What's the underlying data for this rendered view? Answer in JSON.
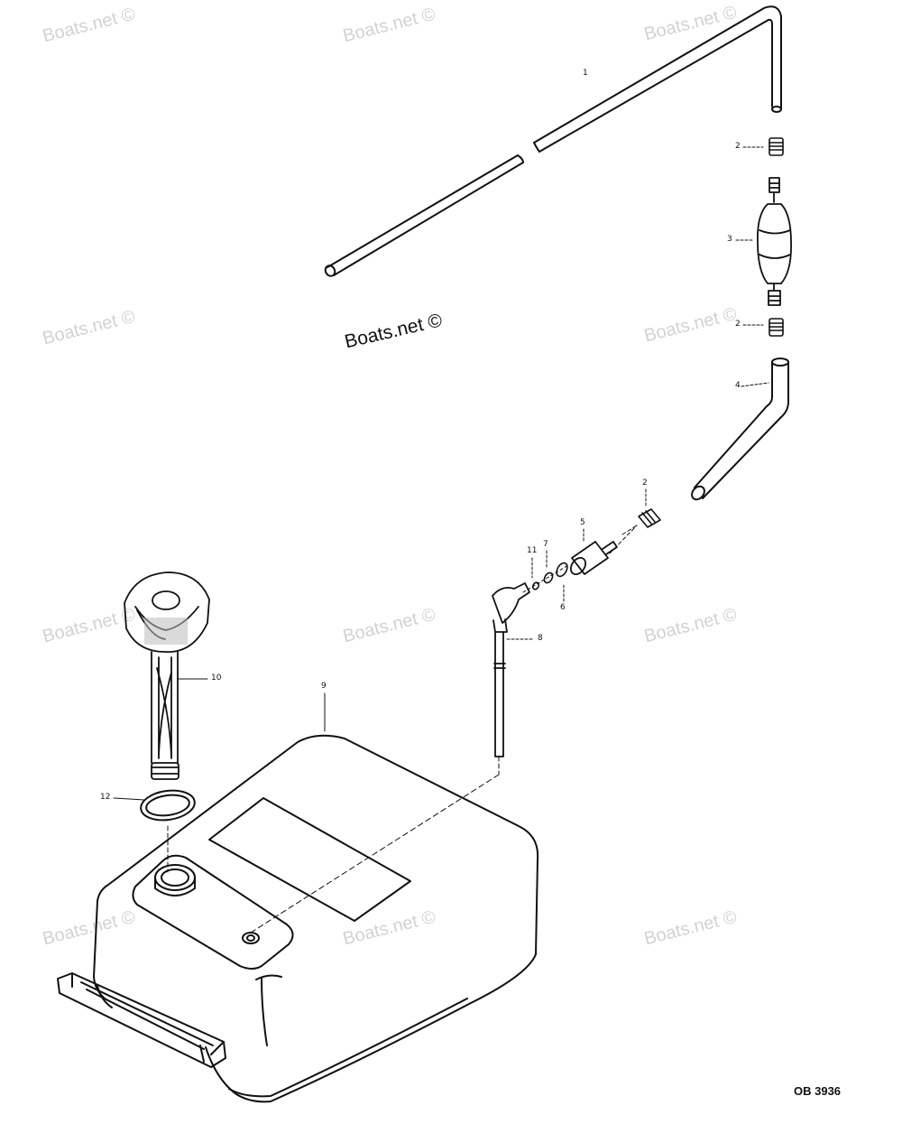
{
  "watermark": {
    "text": "Boats.net ©",
    "main_text": "Boats.net ©"
  },
  "callouts": {
    "c1": "1",
    "c2a": "2",
    "c3": "3",
    "c2b": "2",
    "c4": "4",
    "c2c": "2",
    "c5": "5",
    "c11": "11",
    "c7": "7",
    "c6": "6",
    "c8": "8",
    "c9": "9",
    "c10": "10",
    "c12": "12"
  },
  "drawing_code": "OB 3936",
  "parts": [
    {
      "number": "1",
      "name": "fuel-hose-upper"
    },
    {
      "number": "2",
      "name": "hose-clamp"
    },
    {
      "number": "3",
      "name": "primer-bulb"
    },
    {
      "number": "4",
      "name": "fuel-hose-lower"
    },
    {
      "number": "5",
      "name": "fuel-connector"
    },
    {
      "number": "6",
      "name": "o-ring"
    },
    {
      "number": "7",
      "name": "o-ring"
    },
    {
      "number": "8",
      "name": "pickup-tube-elbow"
    },
    {
      "number": "9",
      "name": "fuel-tank"
    },
    {
      "number": "10",
      "name": "fuel-gauge"
    },
    {
      "number": "11",
      "name": "o-ring"
    },
    {
      "number": "12",
      "name": "gasket"
    }
  ]
}
